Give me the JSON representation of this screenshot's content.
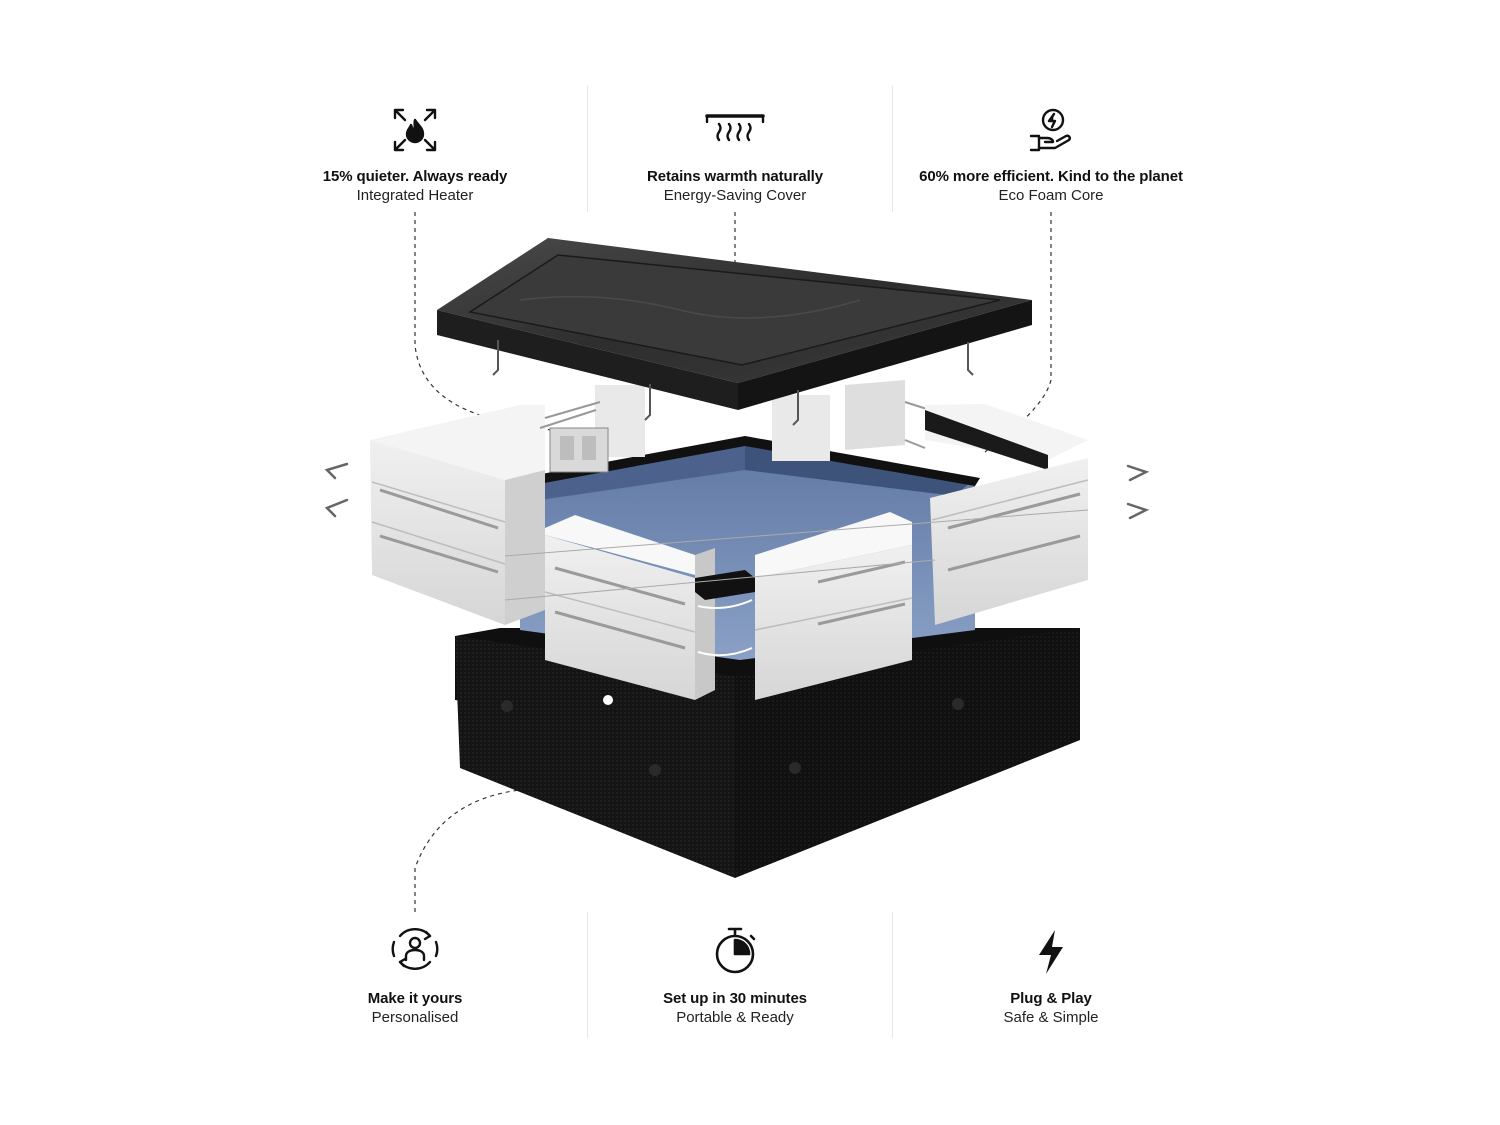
{
  "features_top": [
    {
      "icon": "fire-expand-icon",
      "headline": "15% quieter. Always ready",
      "sub": "Integrated Heater"
    },
    {
      "icon": "heat-waves-icon",
      "headline": "Retains warmth naturally",
      "sub": "Energy-Saving Cover"
    },
    {
      "icon": "eco-energy-hand-icon",
      "headline": "60% more efficient. Kind to the planet",
      "sub": "Eco Foam Core"
    }
  ],
  "features_bottom": [
    {
      "icon": "user-cycle-icon",
      "headline": "Make it yours",
      "sub": "Personalised"
    },
    {
      "icon": "stopwatch-icon",
      "headline": "Set up in 30 minutes",
      "sub": "Portable & Ready"
    },
    {
      "icon": "lightning-bolt-icon",
      "headline": "Plug & Play",
      "sub": "Safe & Simple"
    }
  ],
  "colors": {
    "cover": "#2b2b2b",
    "liner": "#6f87ad",
    "panels": "#e6e6e6",
    "base": "#151515",
    "dashed_line": "#333333"
  }
}
